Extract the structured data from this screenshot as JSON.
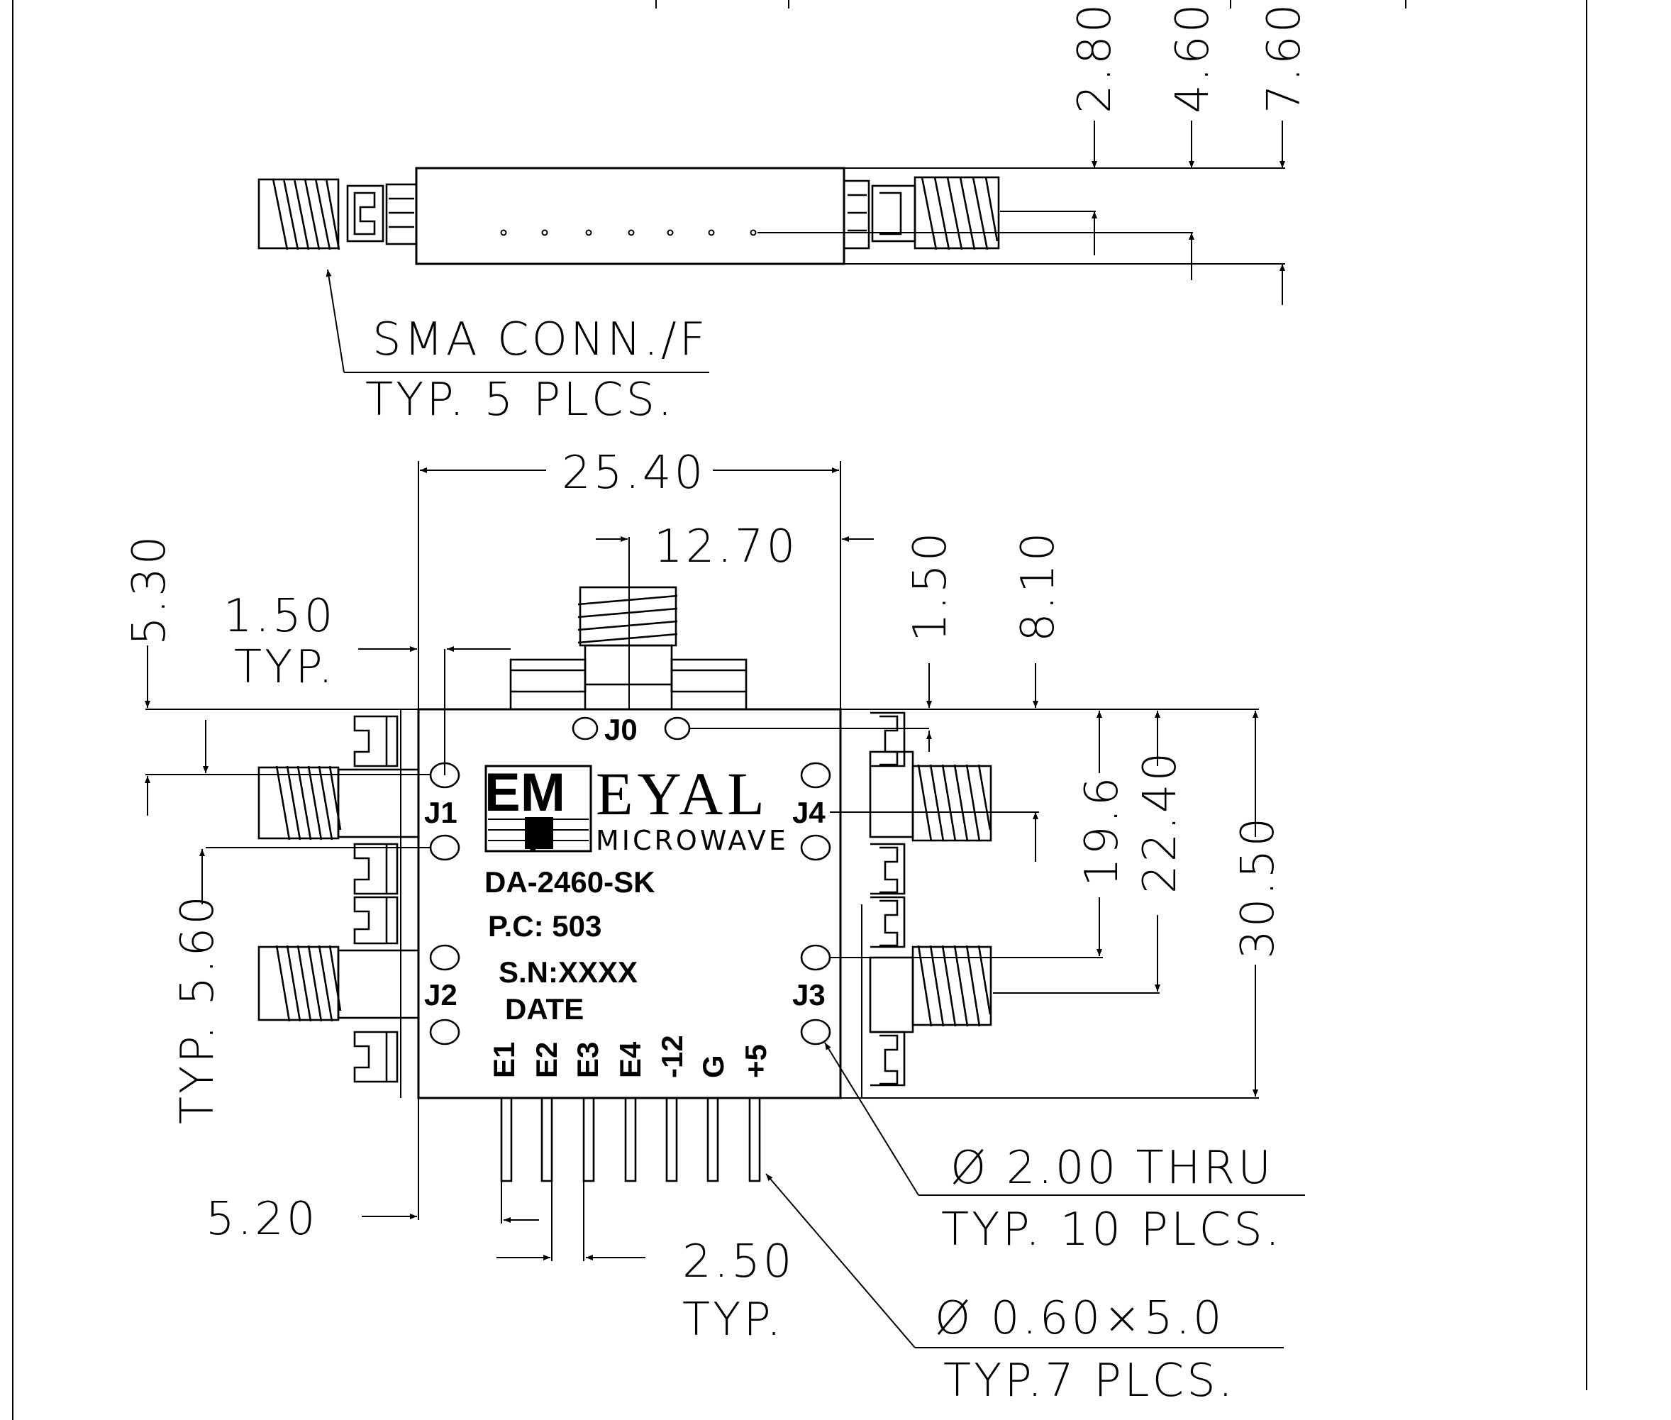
{
  "top_view": {
    "dims": {
      "d1": "2.80",
      "d2": "4.60",
      "d3": "7.60"
    },
    "callout": {
      "line1": "SMA CONN./F",
      "line2": "TYP. 5 PLCS."
    }
  },
  "front_view": {
    "dims": {
      "width": "25.40",
      "center": "12.70",
      "left_top": "5.30",
      "left_offset": "1.50",
      "left_offset_typ": "TYP.",
      "right_offset": "1.50",
      "right_top": "8.10",
      "pitch": "TYP. 5.60",
      "h1": "19.6",
      "h2": "22.40",
      "h3": "30.50",
      "pin_offset": "5.20",
      "pin_pitch": "2.50",
      "pin_pitch_typ": "TYP."
    },
    "callouts": {
      "hole_line1": "Ø 2.00 THRU",
      "hole_line2": "TYP. 10 PLCS.",
      "pin_line1": "Ø 0.60×5.0",
      "pin_line2": "TYP.7 PLCS."
    },
    "ports": {
      "j0": "J0",
      "j1": "J1",
      "j2": "J2",
      "j3": "J3",
      "j4": "J4"
    },
    "label": {
      "logo_top": "EM",
      "logo_bottom": "I",
      "brand": "EYAL",
      "brand_sub": "MICROWAVE",
      "model": "DA-2460-SK",
      "pc": "P.C: 503",
      "sn": "S.N:XXXX",
      "date": "DATE"
    },
    "pins": [
      "E1",
      "E2",
      "E3",
      "E4",
      "-12",
      "G",
      "+5"
    ]
  }
}
